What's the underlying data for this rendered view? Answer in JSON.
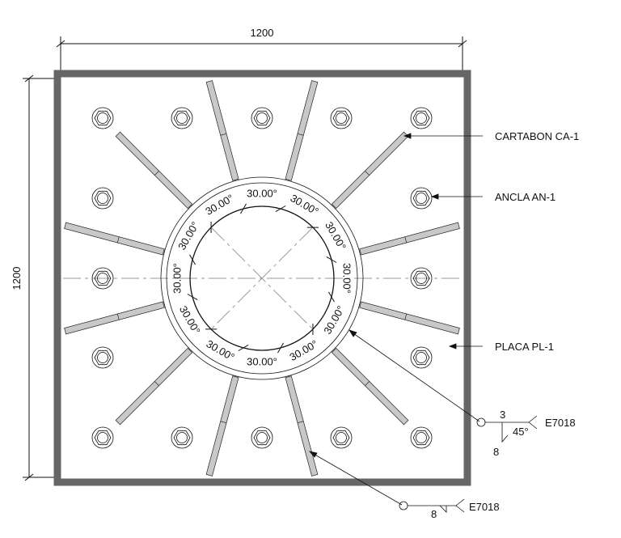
{
  "dimensions": {
    "width": "1200",
    "height": "1200"
  },
  "angle_label": "30.00°",
  "callouts": {
    "gusset": "CARTABON CA-1",
    "anchor": "ANCLA AN-1",
    "plate": "PLACA PL-1"
  },
  "weld_symbol_1": {
    "size_top": "3",
    "angle": "45°",
    "size_bottom": "8",
    "electrode": "E7018"
  },
  "weld_symbol_2": {
    "size": "8",
    "electrode": "E7018"
  },
  "colors": {
    "plate_border": "#666666",
    "gusset_fill": "#c8c8c8",
    "line": "#111111",
    "centerline": "#9a9a9a"
  }
}
